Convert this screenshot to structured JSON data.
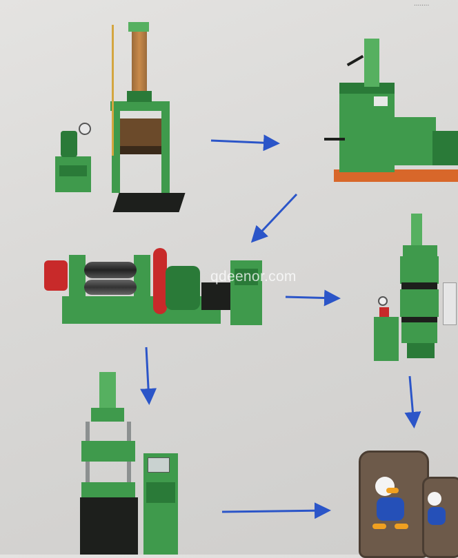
{
  "watermark": "qdeenor.com",
  "corner_text": "........",
  "colors": {
    "background": "#dcdbd9",
    "machine_green": "#3f9a4c",
    "machine_dark_green": "#2a7a38",
    "arrow_blue": "#2b55c8",
    "base_orange": "#d8672a",
    "accent_red": "#c82a2a"
  },
  "machines": [
    {
      "id": "rubber-cutter",
      "kind": "hydraulic rubber cutting machine"
    },
    {
      "id": "kneader",
      "kind": "dispersion kneader"
    },
    {
      "id": "mixing-mill",
      "kind": "two-roll mixing mill"
    },
    {
      "id": "vulcanizing-press",
      "kind": "vulcanizing press"
    },
    {
      "id": "injection-machine",
      "kind": "rubber injection molding machine"
    },
    {
      "id": "car-mats",
      "kind": "finished rubber car floor mats"
    }
  ]
}
